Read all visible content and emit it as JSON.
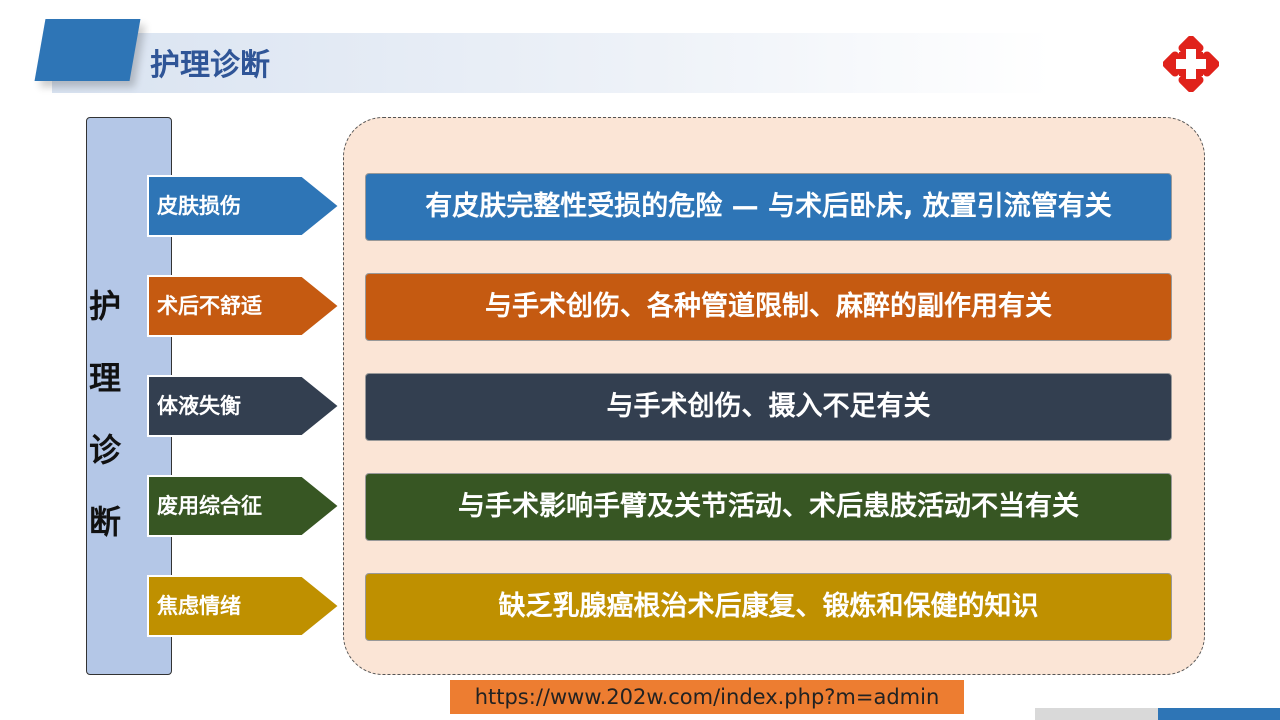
{
  "title": "护理诊断",
  "side_label": "护理诊断",
  "rows": [
    {
      "label": "皮肤损伤",
      "text": "有皮肤完整性受损的危险 — 与术后卧床, 放置引流管有关",
      "color": "#2e75b6"
    },
    {
      "label": "术后不舒适",
      "text": "与手术创伤、各种管道限制、麻醉的副作用有关",
      "color": "#c55a11"
    },
    {
      "label": "体液失衡",
      "text": "与手术创伤、摄入不足有关",
      "color": "#333f50"
    },
    {
      "label": "废用综合征",
      "text": "与手术影响手臂及关节活动、术后患肢活动不当有关",
      "color": "#375623"
    },
    {
      "label": "焦虑情绪",
      "text": "缺乏乳腺癌根治术后康复、锻炼和保健的知识",
      "color": "#bf9000"
    }
  ],
  "watermark": "https://www.202w.com/index.php?m=admin",
  "colors": {
    "accent": "#2e75b6",
    "title": "#2f5597",
    "panel": "#fbe5d6",
    "logo": "#e0221b"
  }
}
